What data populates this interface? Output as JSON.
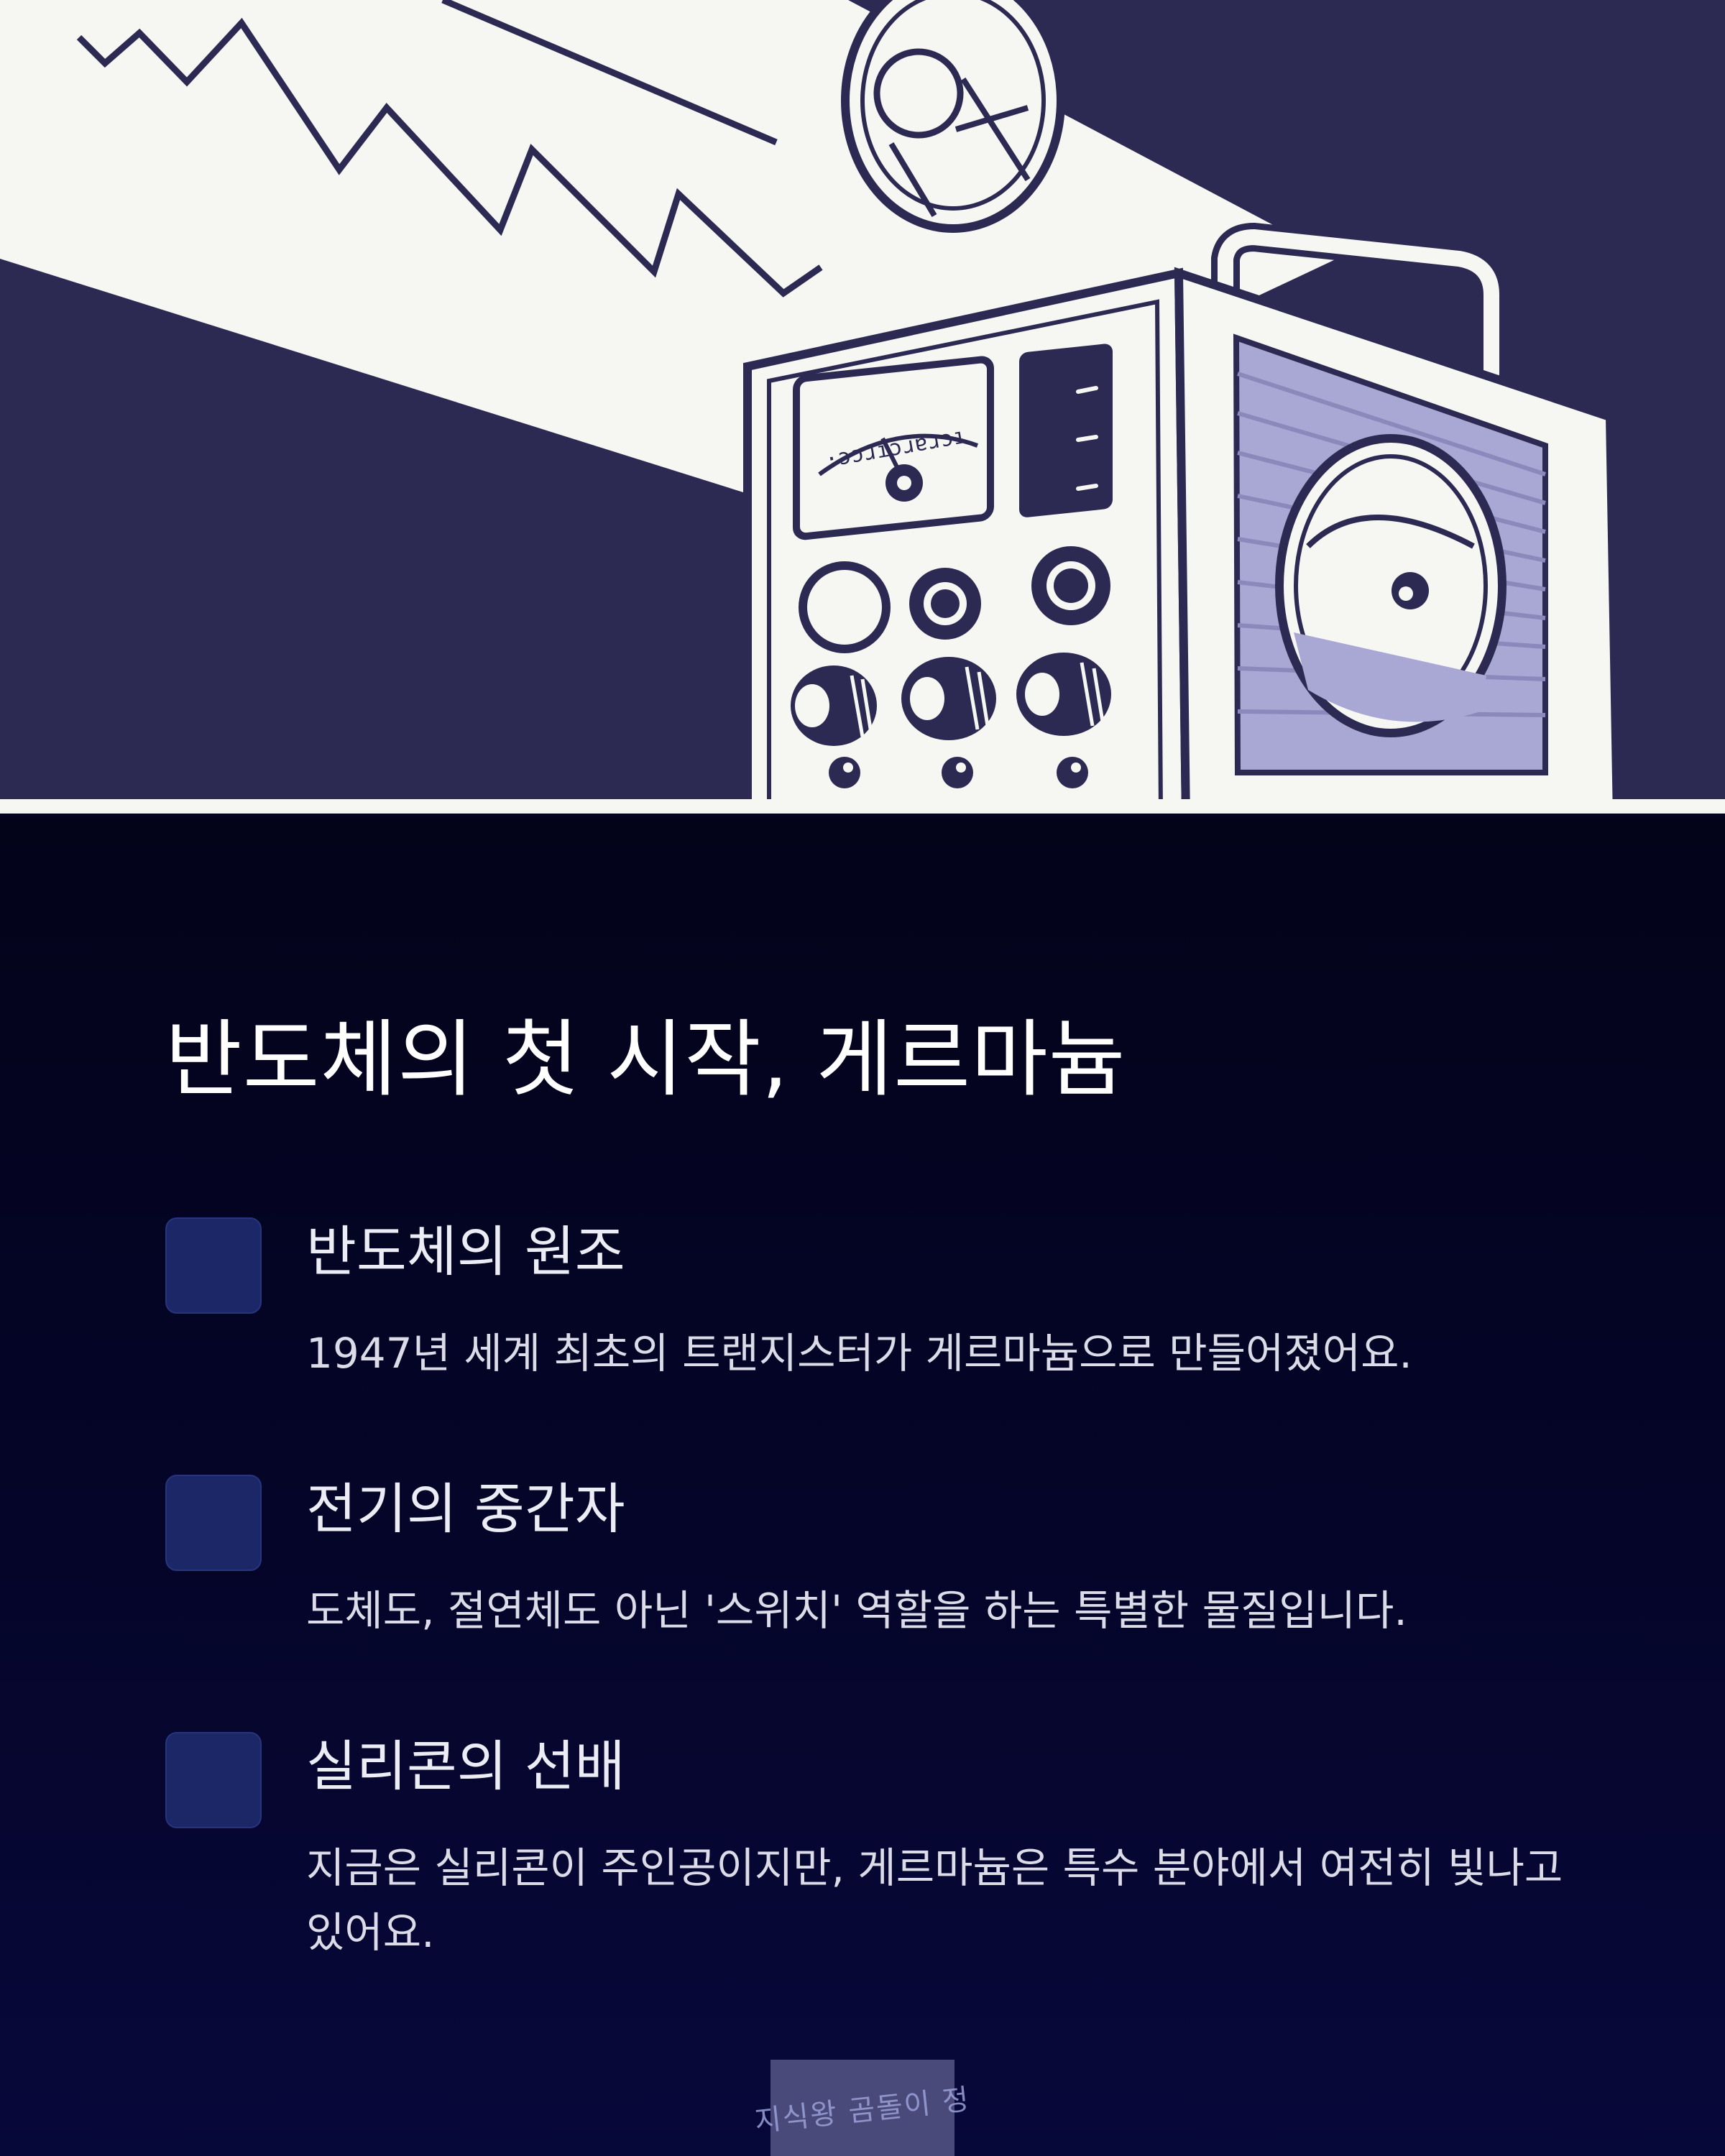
{
  "title": "반도체의 첫 시작, 게르마늄",
  "hero": {
    "meter_label": "·ɔɔɹıɔɹɐɹɔı"
  },
  "items": [
    {
      "heading": "반도체의 원조",
      "description": "1947년 세계 최초의 트랜지스터가 게르마늄으로 만들어졌어요."
    },
    {
      "heading": "전기의 중간자",
      "description": "도체도, 절연체도 아닌 '스위치' 역할을 하는 특별한 물질입니다."
    },
    {
      "heading": "실리콘의 선배",
      "description": "지금은 실리콘이 주인공이지만, 게르마늄은 특수 분야에서 여전히 빛나고 있어요."
    }
  ],
  "watermark": {
    "text": "지식왕 곰돌이 정"
  },
  "colors": {
    "hero_background": "#2c2a52",
    "content_background": "#05052a",
    "checkbox": "#1b2766",
    "speaker_panel": "#a9a7d4"
  }
}
